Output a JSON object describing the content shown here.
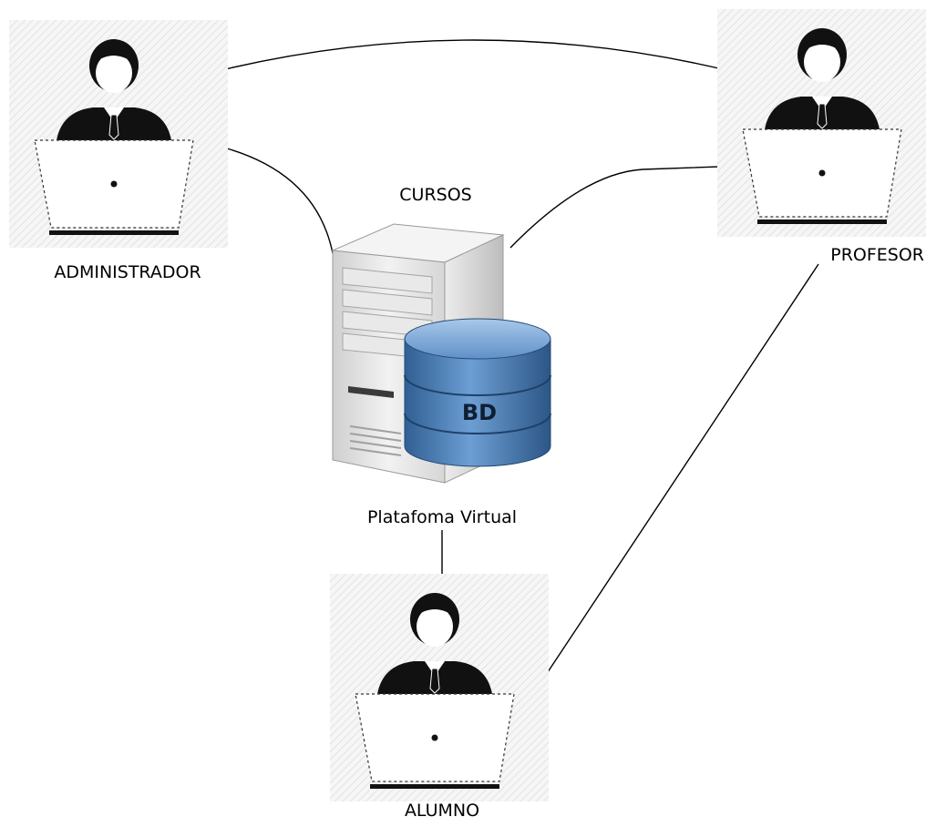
{
  "diagram": {
    "nodes": {
      "administrador": {
        "label": "ADMINISTRADOR",
        "icon": "user-laptop-icon"
      },
      "profesor": {
        "label": "PROFESOR",
        "icon": "user-laptop-icon"
      },
      "alumno": {
        "label": "ALUMNO",
        "icon": "user-laptop-icon"
      },
      "server": {
        "top_label": "CURSOS",
        "bottom_label": "Platafoma Virtual",
        "database_label": "BD",
        "icon": "server-database-icon"
      }
    },
    "edges": [
      {
        "from": "administrador",
        "to": "profesor"
      },
      {
        "from": "administrador",
        "to": "server"
      },
      {
        "from": "profesor",
        "to": "server"
      },
      {
        "from": "profesor",
        "to": "alumno"
      },
      {
        "from": "server",
        "to": "alumno"
      }
    ],
    "colors": {
      "person": "#111111",
      "tile_hatch": "#e2e2e2",
      "server_body": "#e6e6e6",
      "database": "#3f6fa3",
      "database_band": "#5b8dc4"
    }
  }
}
